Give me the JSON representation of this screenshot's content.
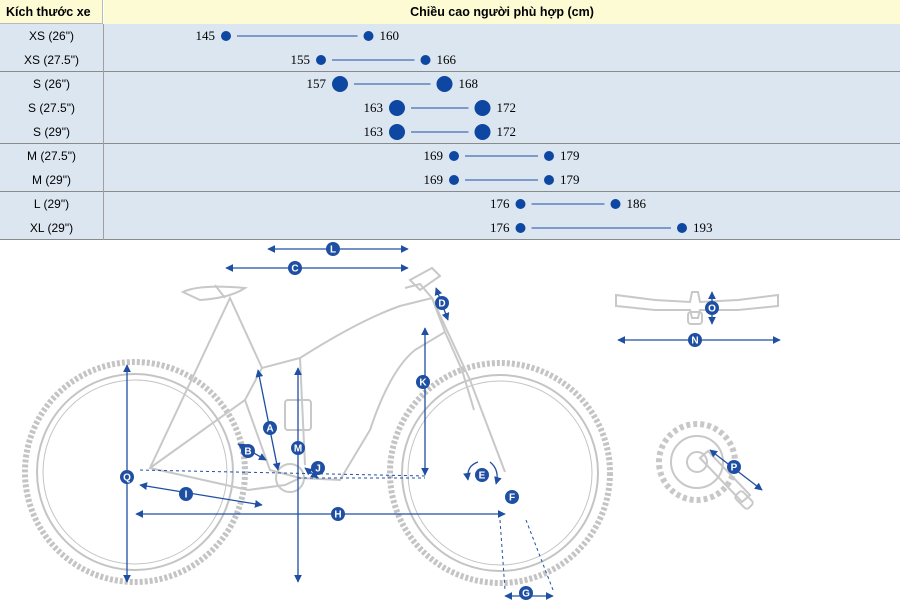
{
  "table": {
    "header_size": "Kích thước xe",
    "header_height": "Chiều cao người phù hợp (cm)",
    "groups": [
      {
        "rows": [
          {
            "size": "XS (26\")",
            "min": "145",
            "max": "160",
            "min_val": 145,
            "max_val": 160
          },
          {
            "size": "XS (27.5\")",
            "min": "155",
            "max": "166",
            "min_val": 155,
            "max_val": 166
          }
        ]
      },
      {
        "rows": [
          {
            "size": "S (26\")",
            "min": "157",
            "max": "168",
            "min_val": 157,
            "max_val": 168
          },
          {
            "size": "S (27.5\")",
            "min": "163",
            "max": "172",
            "min_val": 163,
            "max_val": 172
          },
          {
            "size": "S (29\")",
            "min": "163",
            "max": "172",
            "min_val": 163,
            "max_val": 172
          }
        ]
      },
      {
        "rows": [
          {
            "size": "M (27.5\")",
            "min": "169",
            "max": "179",
            "min_val": 169,
            "max_val": 179
          },
          {
            "size": "M (29\")",
            "min": "169",
            "max": "179",
            "min_val": 169,
            "max_val": 179
          }
        ]
      },
      {
        "rows": [
          {
            "size": "L (29\")",
            "min": "176",
            "max": "186",
            "min_val": 176,
            "max_val": 186
          },
          {
            "size": "XL (29\")",
            "min": "176",
            "max": "193",
            "min_val": 176,
            "max_val": 193
          }
        ]
      }
    ]
  },
  "diagram": {
    "labels": {
      "A": "A",
      "B": "B",
      "C": "C",
      "D": "D",
      "E": "E",
      "F": "F",
      "G": "G",
      "H": "H",
      "I": "I",
      "J": "J",
      "K": "K",
      "L": "L",
      "M": "M",
      "N": "N",
      "O": "O",
      "P": "P",
      "Q": "Q"
    }
  },
  "colors": {
    "header_bg": "#fdfbd3",
    "group_bg": "#dce6f1",
    "accent": "#1f4fa3",
    "frame": "#c8c8c8"
  }
}
